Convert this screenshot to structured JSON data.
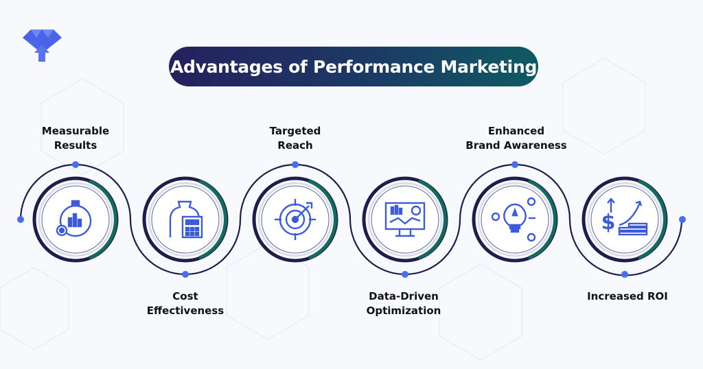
{
  "title": "Advantages of Performance Marketing",
  "colors": {
    "accent": "#3b5bdb",
    "ring_dark": "#1f1d4e",
    "ring_green": "#136b5e",
    "dot": "#4a6cf0"
  },
  "steps": [
    {
      "line1": "Measurable",
      "line2": "Results",
      "icon": "stopwatch-chart-gear-icon",
      "position": "top"
    },
    {
      "line1": "Cost",
      "line2": "Effectiveness",
      "icon": "money-bag-calculator-icon",
      "position": "bottom"
    },
    {
      "line1": "Targeted",
      "line2": "Reach",
      "icon": "target-arrow-icon",
      "position": "top"
    },
    {
      "line1": "Data-Driven",
      "line2": "Optimization",
      "icon": "monitor-analytics-icon",
      "position": "bottom"
    },
    {
      "line1": "Enhanced",
      "line2": "Brand Awareness",
      "icon": "lightbulb-star-icon",
      "position": "top"
    },
    {
      "line1": "Increased ROI",
      "line2": "",
      "icon": "dollar-growth-coins-icon",
      "position": "bottom"
    }
  ]
}
